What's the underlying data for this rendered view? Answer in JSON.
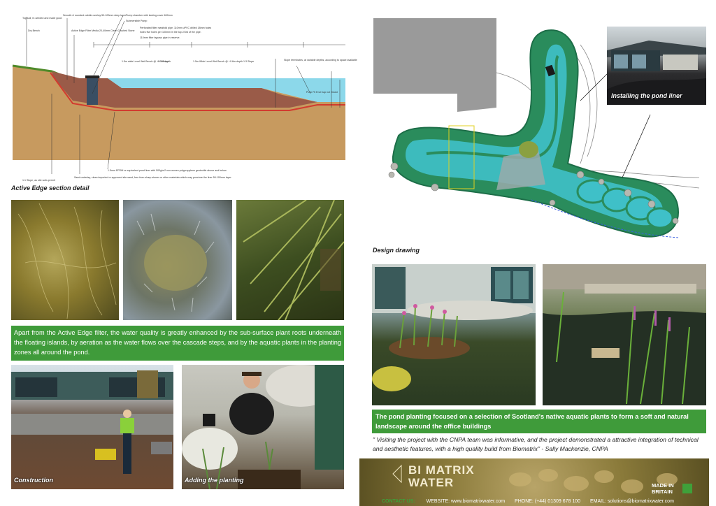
{
  "section_detail": {
    "caption": "Active Edge section detail",
    "notes_left": [
      "Top soil, re-seeded and made good",
      "Dry Bench",
      "Smooth & rounded cobble overlay 50-100mm deep layer",
      "Active Edge Filter Media 20-40mm Clean Crushed Stone"
    ],
    "notes_top": [
      "Pump chamber with locking cover 600mm",
      "Submersible Pump",
      "Perforated filter manifold pipe, 110mm uPVC drilled 18mm holes",
      "holes five holes per 100mm in the top 2/3rd of the pipe.",
      "110mm filter bypass pipe in reserve."
    ],
    "notes_bench": [
      "1.5m wide Level Wet Bench @ +0.2m depth",
      "1:3 Slope",
      "1.5m Wide Level Wet Bench @ +0.6m depth",
      "1:3 Slope"
    ],
    "notes_right": [
      "Slope terminates, at variable depths, according to space available",
      "Push Fit End Cap not Glued"
    ],
    "notes_bottom": [
      "1:1 Slope, as site soils permit",
      "Sand underlay, clean imported or approved site sand, free from sharp stones or other materials which may puncture the liner 50-100mm layer",
      "1.5mm EPDM or equivalent pond liner with 500g/m2 non-woven polypropylene geotextile above and below."
    ]
  },
  "water_quality_text": "Apart from the Active Edge filter, the water quality is greatly enhanced by the sub-surface plant roots underneath the floating islands, by aeration as the water flows over the cascade steps, and by the aquatic plants in the planting zones all around the pond.",
  "photo_captions": {
    "construction": "Construction",
    "planting": "Adding the planting",
    "liner": "Installing the pond liner"
  },
  "design_caption": "Design drawing",
  "planting_text": "The pond planting focused on a selection of Scotland's native aquatic plants to form a soft and natural landscape around the office buildings",
  "quote": "\" Visiting the project with the CNPA team was informative, and the project demonstrated a attractive integration of technical and aesthetic features, with a high quality build from Biomatrix\" - Sally Mackenzie, CNPA",
  "footer": {
    "brand_line1": "BI   MATRIX",
    "brand_line2": "WATER",
    "contact_label": "CONTACT US:",
    "website": "WEBSITE: www.biomatrixwater.com",
    "phone": "PHONE: (+44) 01309 678 100",
    "email": "EMAIL: solutions@biomatrixwater.com",
    "made_in_1": "MADE IN",
    "made_in_2": "BRITAIN"
  },
  "colors": {
    "green_box": "#3f9b3a",
    "pond_water": "#3fc0c8",
    "plant_zone": "#2d8f62"
  }
}
